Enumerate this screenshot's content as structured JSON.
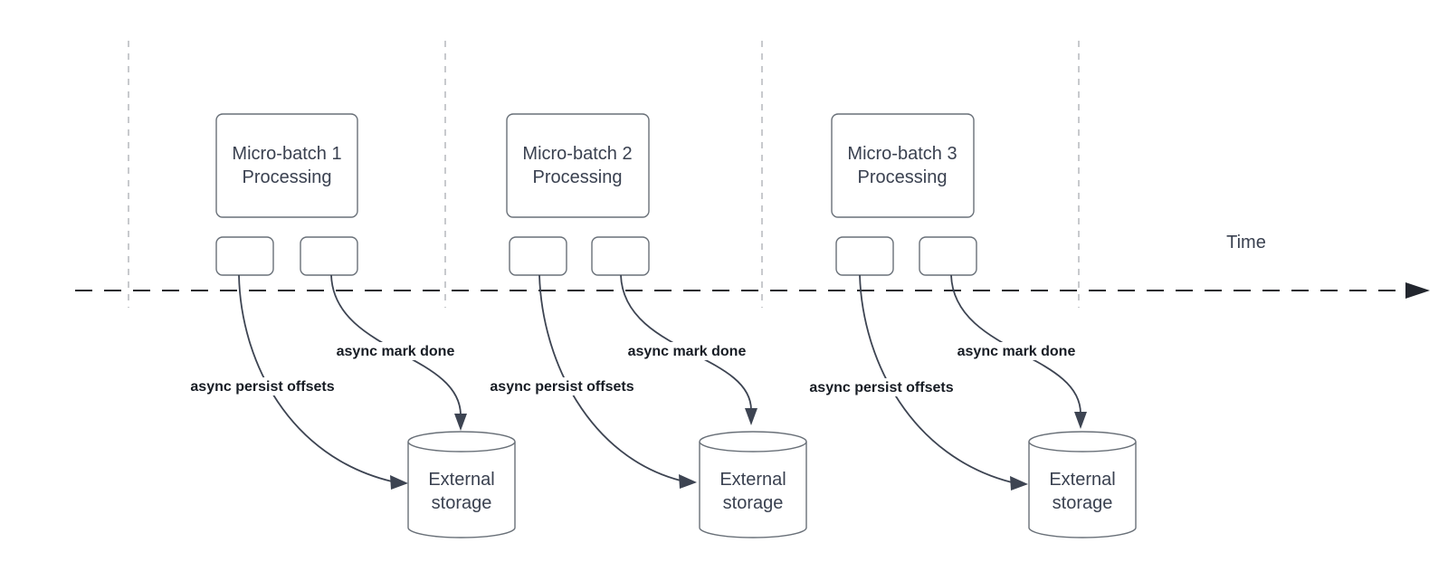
{
  "diagram": {
    "time_label": "Time",
    "batches": [
      {
        "box_line1": "Micro-batch 1",
        "box_line2": "Processing",
        "persist_label": "async persist offsets",
        "mark_label": "async mark done",
        "storage_line1": "External",
        "storage_line2": "storage"
      },
      {
        "box_line1": "Micro-batch 2",
        "box_line2": "Processing",
        "persist_label": "async persist offsets",
        "mark_label": "async mark done",
        "storage_line1": "External",
        "storage_line2": "storage"
      },
      {
        "box_line1": "Micro-batch 3",
        "box_line2": "Processing",
        "persist_label": "async persist offsets",
        "mark_label": "async mark done",
        "storage_line1": "External",
        "storage_line2": "storage"
      }
    ],
    "colors": {
      "background": "#ffffff",
      "shape_stroke": "#697078",
      "shape_fill": "#ffffff",
      "edge_stroke": "#3d4452",
      "timeline_stroke": "#22262e",
      "guide_stroke": "#b0b3b8",
      "shape_text": "#3a4150",
      "edge_label_text": "#171c24"
    }
  }
}
